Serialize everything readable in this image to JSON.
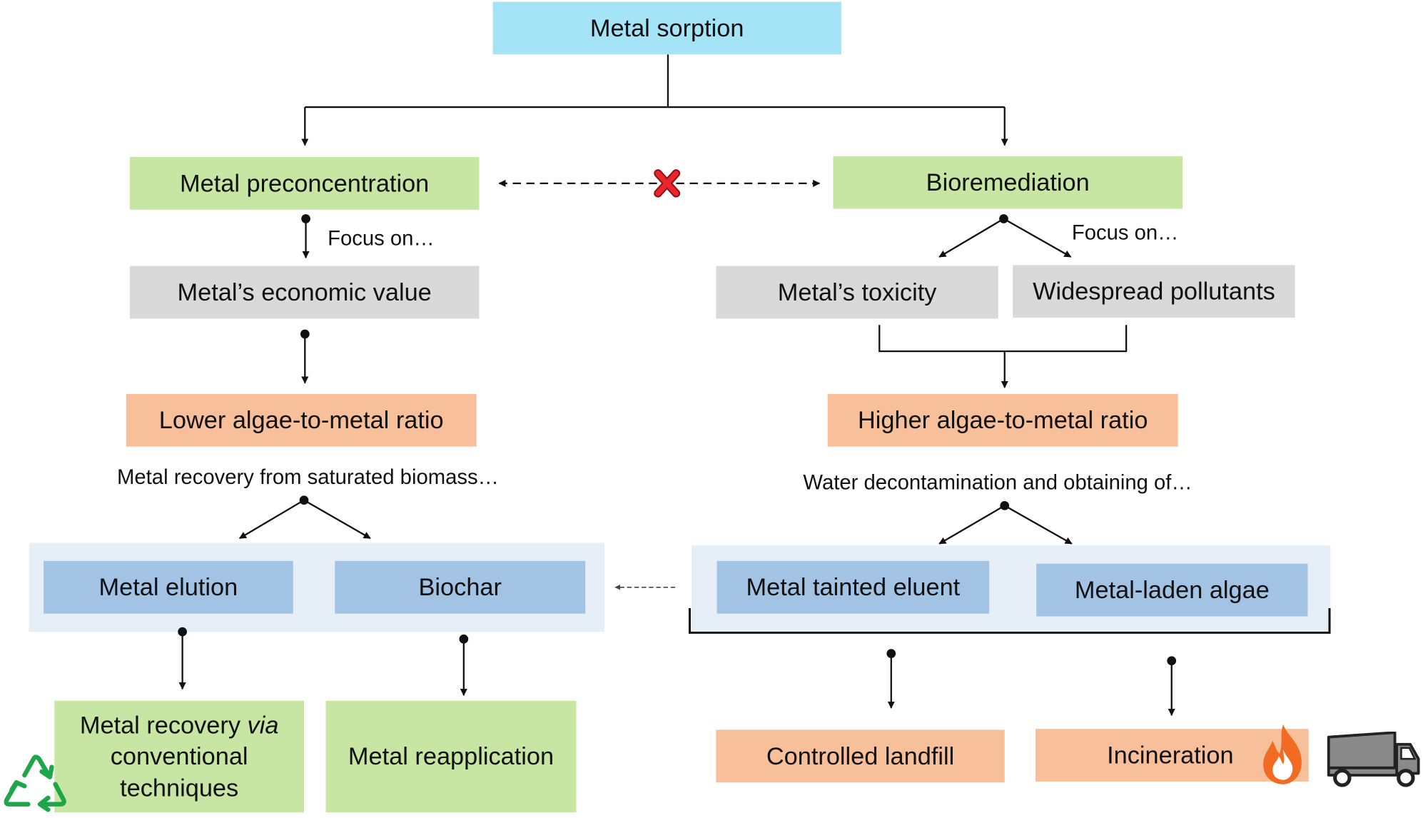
{
  "diagram": {
    "root": "Metal sorption",
    "left_branch": "Metal preconcentration",
    "right_branch": "Bioremediation",
    "left_focus_note": "Focus on…",
    "right_focus_note": "Focus on…",
    "economic_value": "Metal’s economic value",
    "toxicity": "Metal’s toxicity",
    "pollutants": "Widespread pollutants",
    "lower_ratio": "Lower algae-to-metal ratio",
    "higher_ratio": "Higher algae-to-metal ratio",
    "left_recovery_note": "Metal recovery from saturated biomass…",
    "right_decon_note": "Water decontamination and obtaining of…",
    "metal_elution": "Metal elution",
    "biochar": "Biochar",
    "tainted_eluent": "Metal tainted eluent",
    "laden_algae": "Metal-laden algae",
    "recovery_line1": "Metal recovery ",
    "recovery_via": "via",
    "recovery_line2": "conventional",
    "recovery_line3": "techniques",
    "reapplication": "Metal reapplication",
    "landfill": "Controlled landfill",
    "incineration": "Incineration"
  },
  "icons": {
    "recycle": "recycle-icon",
    "fire": "fire-icon",
    "truck": "dump-truck-icon",
    "cross": "cross-mark-icon"
  },
  "colors": {
    "cyan": "#a5e3f7",
    "green": "#c7e5a3",
    "gray": "#d9d9d9",
    "orange": "#f7bf9a",
    "blue": "#a3c3e5",
    "panel": "#e6eef8",
    "recycle": "#1fa64a",
    "fire": "#f26b22",
    "truck": "#8a8a8a",
    "cross": "#e8262b"
  }
}
